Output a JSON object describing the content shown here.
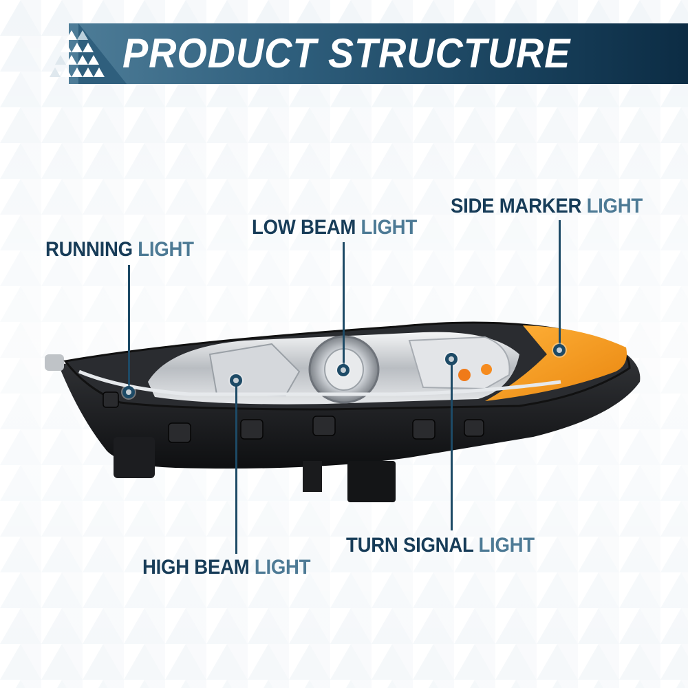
{
  "banner": {
    "title": "PRODUCT STRUCTURE",
    "gradient": [
      "#4e7d98",
      "#0c2c44"
    ]
  },
  "colors": {
    "label_dark": "#173c58",
    "label_light": "#4d7a95",
    "leader_line": "#1d4a66",
    "amber": "#f39a1e"
  },
  "callouts": [
    {
      "id": "running-light",
      "word1": "RUNNING",
      "word2": "LIGHT"
    },
    {
      "id": "low-beam-light",
      "word1": "LOW BEAM",
      "word2": "LIGHT"
    },
    {
      "id": "side-marker-light",
      "word1": "SIDE MARKER",
      "word2": "LIGHT"
    },
    {
      "id": "high-beam-light",
      "word1": "HIGH BEAM",
      "word2": "LIGHT"
    },
    {
      "id": "turn-signal-light",
      "word1": "TURN SIGNAL",
      "word2": "LIGHT"
    }
  ]
}
